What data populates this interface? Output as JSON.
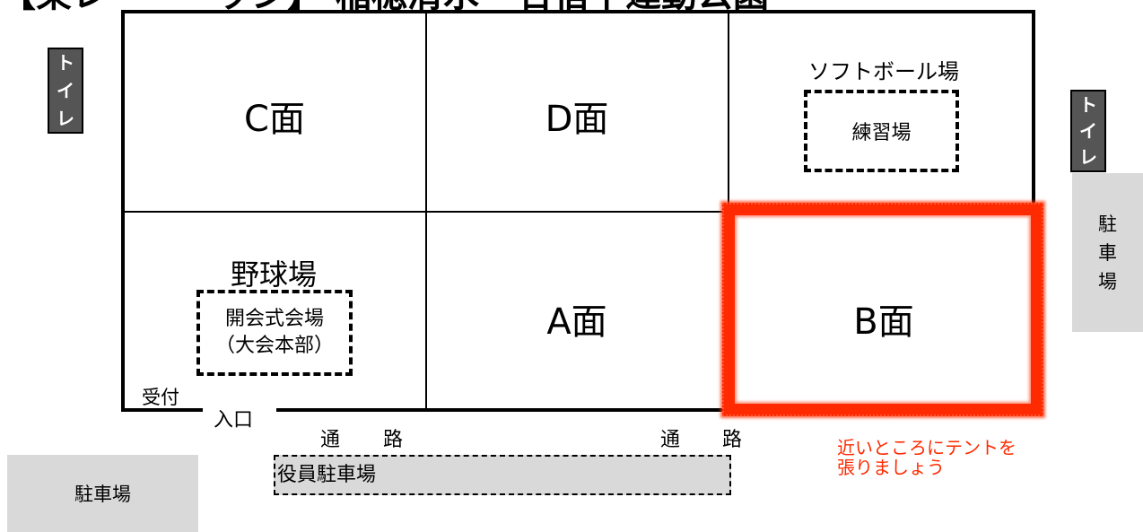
{
  "title": "【東レ・・・ッジ】 稲穂清水 · 合宿下運動公園",
  "fields": {
    "c": "C面",
    "d": "D面",
    "softball": "ソフトボール場",
    "practice": "練習場",
    "baseball": "野球場",
    "ceremony_line1": "開会式会場",
    "ceremony_line2": "（大会本部）",
    "a": "A面",
    "b": "B面"
  },
  "labels": {
    "reception": "受付",
    "entrance": "入口",
    "passage_left": [
      "通",
      "路"
    ],
    "passage_right": [
      "通",
      "路"
    ],
    "staff_parking": "役員駐車場",
    "parking_bottom_left": "駐車場",
    "parking_right": [
      "駐",
      "車",
      "場"
    ],
    "toilet_left": [
      "ト",
      "イ",
      "レ"
    ],
    "toilet_right": [
      "ト",
      "イ",
      "レ"
    ]
  },
  "note": {
    "line1": "近いところにテントを",
    "line2": "張りましょう"
  },
  "colors": {
    "highlight": "#ff2a00",
    "toilet_bg": "#555555",
    "parking_bg": "#d9d9d9"
  }
}
